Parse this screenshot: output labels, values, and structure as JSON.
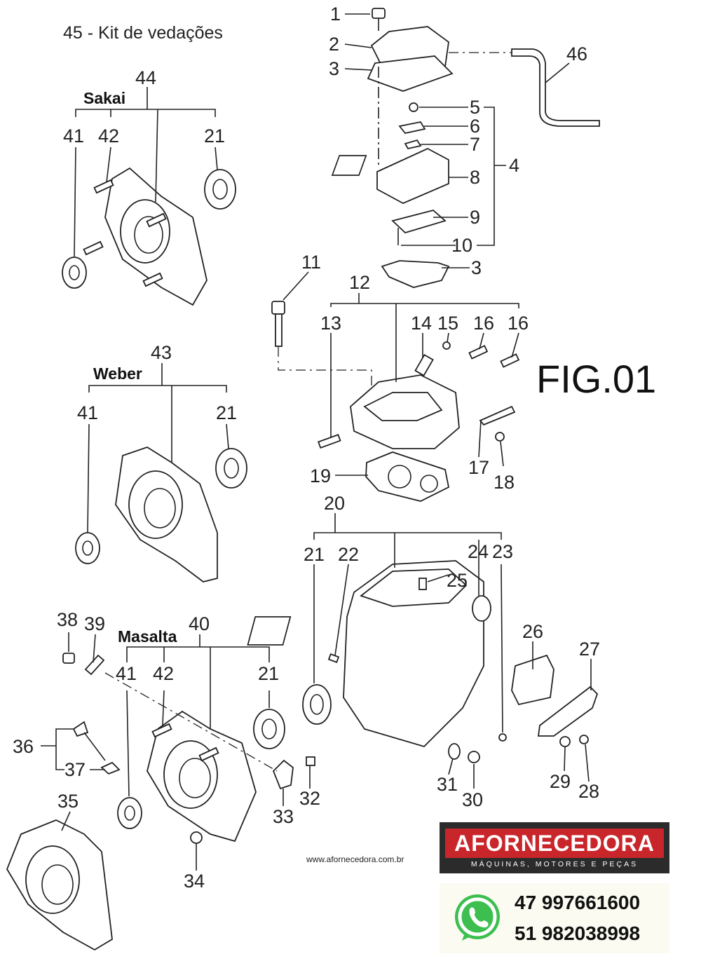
{
  "kit_title": "45 - Kit de vedações",
  "figure_label": "FIG.01",
  "brands": {
    "sakai": "Sakai",
    "weber": "Weber",
    "masalta": "Masalta"
  },
  "callouts": [
    "1",
    "2",
    "3",
    "4",
    "5",
    "6",
    "7",
    "8",
    "9",
    "10",
    "3",
    "11",
    "12",
    "13",
    "14",
    "15",
    "16",
    "16",
    "17",
    "18",
    "19",
    "20",
    "21",
    "22",
    "24",
    "23",
    "25",
    "26",
    "27",
    "28",
    "29",
    "30",
    "31",
    "32",
    "33",
    "34",
    "35",
    "36",
    "37",
    "38",
    "39",
    "40",
    "41",
    "42",
    "21",
    "43",
    "41",
    "21",
    "44",
    "41",
    "42",
    "21",
    "46"
  ],
  "website": "www.afornecedora.com.br",
  "logo": {
    "name": "AFORNECEDORA",
    "tagline": "MÁQUINAS, MOTORES E PEÇAS"
  },
  "phones": [
    "47 997661600",
    "51 982038998"
  ]
}
